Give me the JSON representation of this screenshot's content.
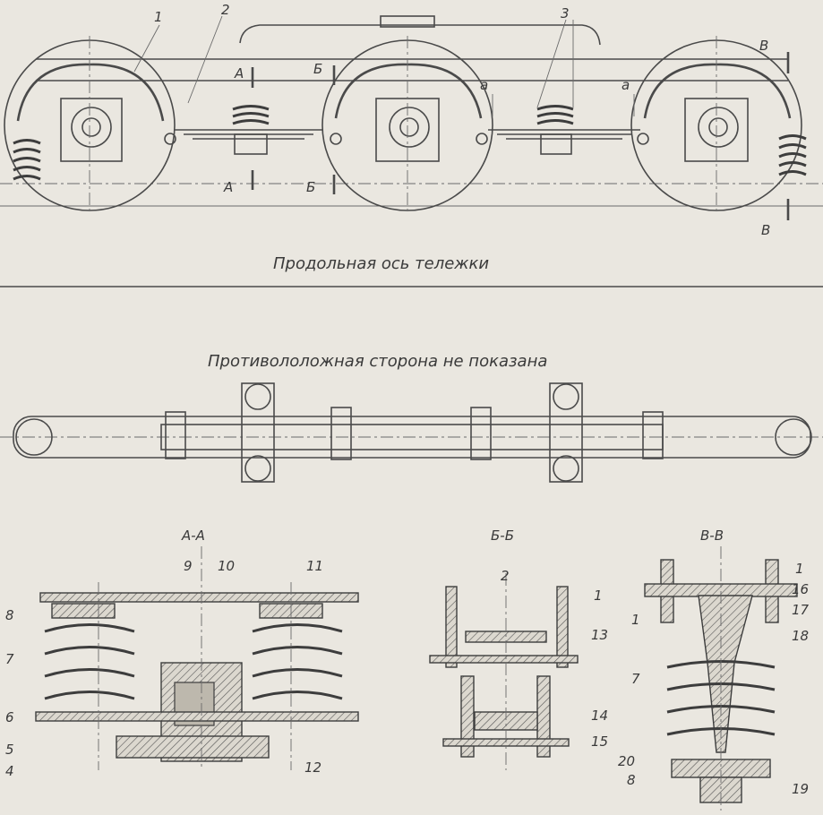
{
  "top_view": {
    "part_labels": [
      "1",
      "2",
      "3"
    ],
    "section_marks": [
      "А",
      "Б",
      "В",
      "а"
    ],
    "caption": "Продольная ось тележки"
  },
  "plan_view": {
    "caption": "Противололожная сторона не показана"
  },
  "section_aa": {
    "title": "А-А",
    "labels": [
      "8",
      "7",
      "6",
      "5",
      "4",
      "9",
      "10",
      "11",
      "12"
    ]
  },
  "section_bb": {
    "title": "Б-Б",
    "labels": [
      "2",
      "1",
      "13",
      "14",
      "15"
    ]
  },
  "section_vv": {
    "title": "В-В",
    "labels": [
      "1",
      "16",
      "17",
      "18",
      "1",
      "7",
      "20",
      "8",
      "19"
    ]
  }
}
